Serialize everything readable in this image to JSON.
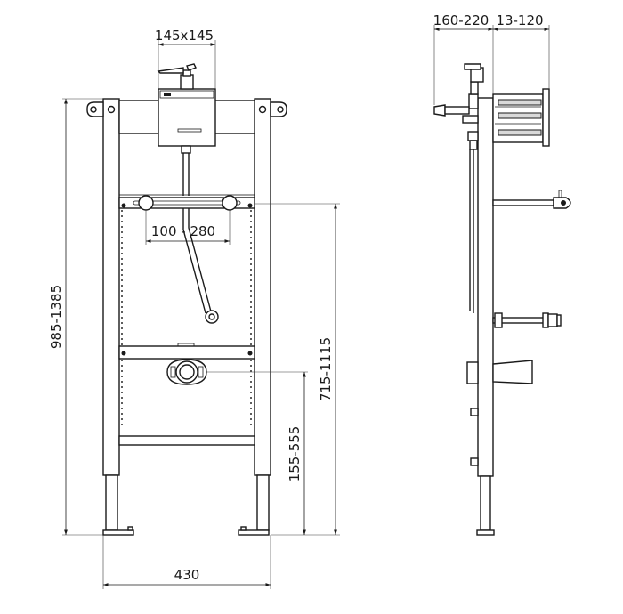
{
  "dimensions": {
    "box_size": "145x145",
    "tap_spacing": "100 - 280",
    "total_height": "985-1385",
    "tap_height": "715-1115",
    "outlet_height": "155-555",
    "frame_width": "430",
    "wall_depth": "160-220",
    "box_depth": "13-120"
  }
}
